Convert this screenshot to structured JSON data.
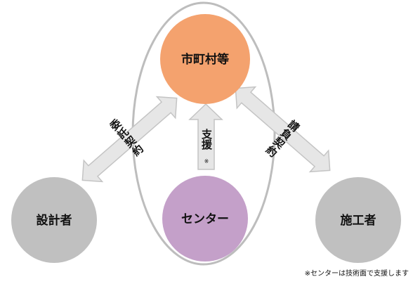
{
  "nodes": {
    "municipality": {
      "label": "市町村等",
      "color": "#f4a26e"
    },
    "center": {
      "label": "センター",
      "color": "#c4a0c9"
    },
    "designer": {
      "label": "設計者",
      "color": "#c0c0c0"
    },
    "builder": {
      "label": "施工者",
      "color": "#c0c0c0"
    }
  },
  "arrows": {
    "left": {
      "label": "委託契約"
    },
    "middle": {
      "label": "支援",
      "mark": "※"
    },
    "right": {
      "label": "請負契約"
    }
  },
  "footnote": "※センターは技術面で支援します",
  "colors": {
    "arrow_fill": "#e6e6e6",
    "arrow_stroke": "#c4c4c4",
    "ellipse_stroke": "#bdbdbd",
    "text": "#111111"
  }
}
